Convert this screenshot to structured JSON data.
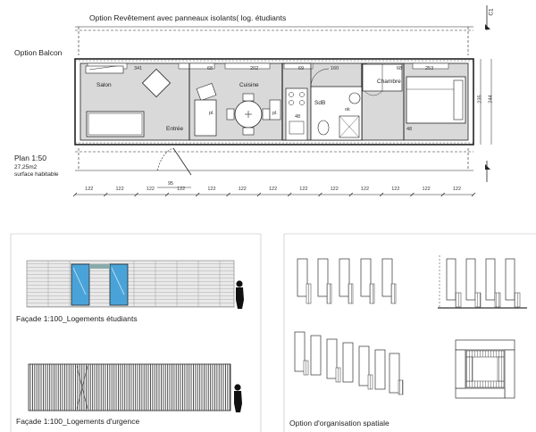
{
  "plan": {
    "title_option": "Option Revêtement avec panneaux isolants( log. étudiants",
    "balcony_option": "Option Balcon",
    "section_mark": "C1",
    "scale": "Plan 1:50",
    "area": "27,25m2",
    "area_label": "surface habitable",
    "rooms": {
      "salon": "Salon",
      "cuisine": "Cuisine",
      "entree": "Entrée",
      "chambre": "Chambre",
      "sdb": "SdB"
    },
    "top_dims": [
      "341",
      "68",
      "202",
      "69",
      "160",
      "68",
      "253"
    ],
    "right_dims": [
      "235",
      "244"
    ],
    "bottom_dims": [
      "122",
      "122",
      "122",
      "122",
      "122",
      "122",
      "122",
      "122",
      "122",
      "122",
      "122",
      "122",
      "122"
    ],
    "door_dim": "95",
    "small_labels": [
      "pl.",
      "pl.",
      "48",
      "48",
      "ok"
    ]
  },
  "facade_students": {
    "caption": "Façade 1:100_Logements étudiants"
  },
  "facade_emergency": {
    "caption": "Façade 1:100_Logements d'urgence"
  },
  "spatial": {
    "caption": "Option d'organisation spatiale"
  },
  "colors": {
    "line": "#222222",
    "window": "#4aa3d8",
    "container": "#dcdcdc"
  }
}
